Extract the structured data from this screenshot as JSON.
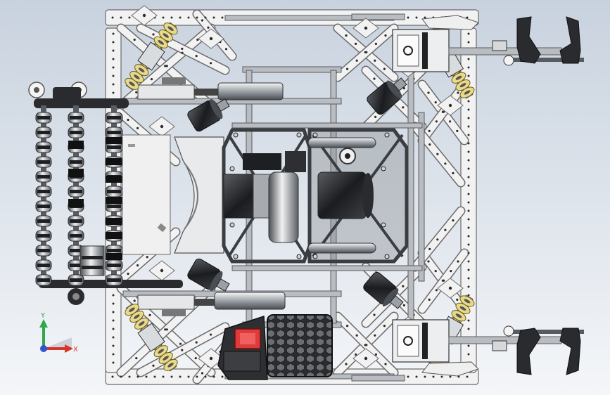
{
  "viewport": {
    "background_top": "#c8d2de",
    "background_bottom": "#f4f6f9"
  },
  "colors": {
    "frame_white": "#f2f2f2",
    "frame_edge": "#6b6b6b",
    "rail_grey": "#b9bdc2",
    "rail_dark": "#585c61",
    "metal_light": "#d9dcdf",
    "metal_mid": "#9aa0a6",
    "metal_dark": "#3a3d41",
    "black_part": "#1e1f22",
    "wheel_yellow": "#e8d98a",
    "accent_red": "#e03a3a",
    "hole_dark": "#2a2b2e"
  },
  "triad": {
    "y_label": "Y",
    "x_label": "X",
    "y_color": "#2fa84a",
    "x_color": "#d8352a",
    "origin_color": "#2f55d4"
  },
  "parts": {
    "intake_roller_columns": 3,
    "drive_omni_wheels": 4,
    "grabber_arms": 2,
    "motors_visible": 4,
    "battery_units": 1,
    "honeycomb_panel_cells": "hex"
  }
}
